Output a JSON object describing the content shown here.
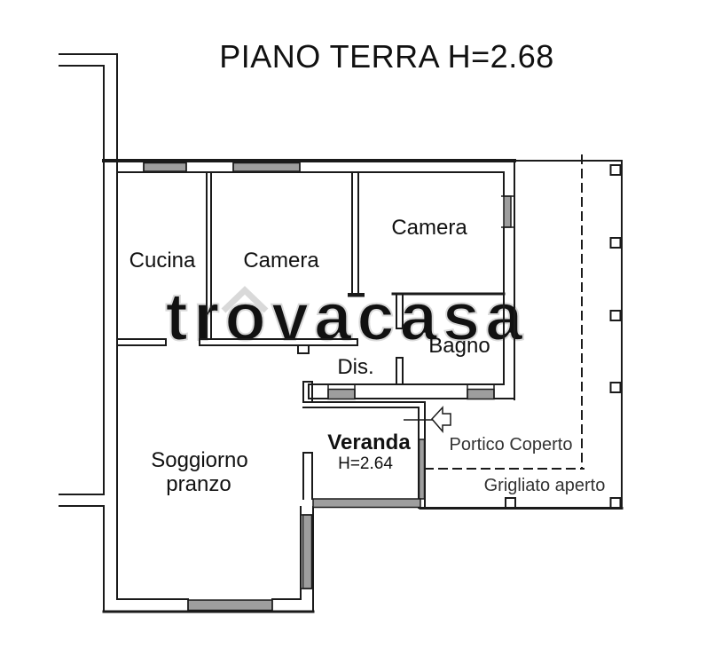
{
  "title": "PIANO TERRA H=2.68",
  "watermark": "trovacasa",
  "rooms": {
    "cucina": {
      "label": "Cucina"
    },
    "camera_mid": {
      "label": "Camera"
    },
    "camera_right": {
      "label": "Camera"
    },
    "bagno": {
      "label": "Bagno"
    },
    "dis": {
      "label": "Dis."
    },
    "soggiorno": {
      "line1": "Soggiorno",
      "line2": "pranzo"
    },
    "veranda": {
      "label": "Veranda",
      "height": "H=2.64"
    }
  },
  "outdoor": {
    "portico_label": "Portico Coperto",
    "grigliato_label": "Grigliato aperto"
  },
  "colors": {
    "wall": "#1a1a1a",
    "window_fill": "#9e9e9e",
    "watermark": "#d9d9d9",
    "background": "#ffffff"
  }
}
